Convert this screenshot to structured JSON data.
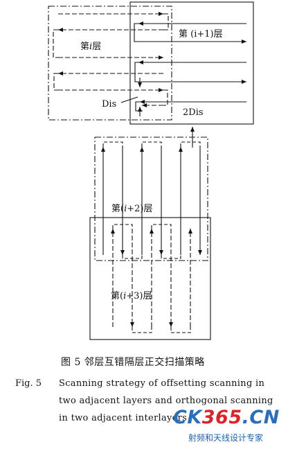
{
  "diagram": {
    "layer_labels": {
      "layer_i_prefix": "第",
      "layer_i_var": "i",
      "layer_i_suffix": "层",
      "layer_i1": "第 (i+1)层",
      "layer_i2_prefix": "第(",
      "layer_i2_var": "i",
      "layer_i2_suffix": "+2)层",
      "layer_i3_prefix": "第(",
      "layer_i3_var": "i",
      "layer_i3_suffix": "+3)层"
    },
    "dimension_labels": {
      "dis": "Dis",
      "two_dis": "2Dis"
    }
  },
  "caption": {
    "zh": "图 5   邻层互错隔层正交扫描策略",
    "fig_label": "Fig. 5",
    "en_line1": "Scanning strategy of offsetting scanning in",
    "en_line2": "two adjacent layers and orthogonal scanning",
    "en_line3": "in two adjacent interlayers"
  },
  "watermark": {
    "ck": "CK",
    "num": "365",
    "cn": ".CN",
    "subtitle": "射频和天线设计专家"
  }
}
